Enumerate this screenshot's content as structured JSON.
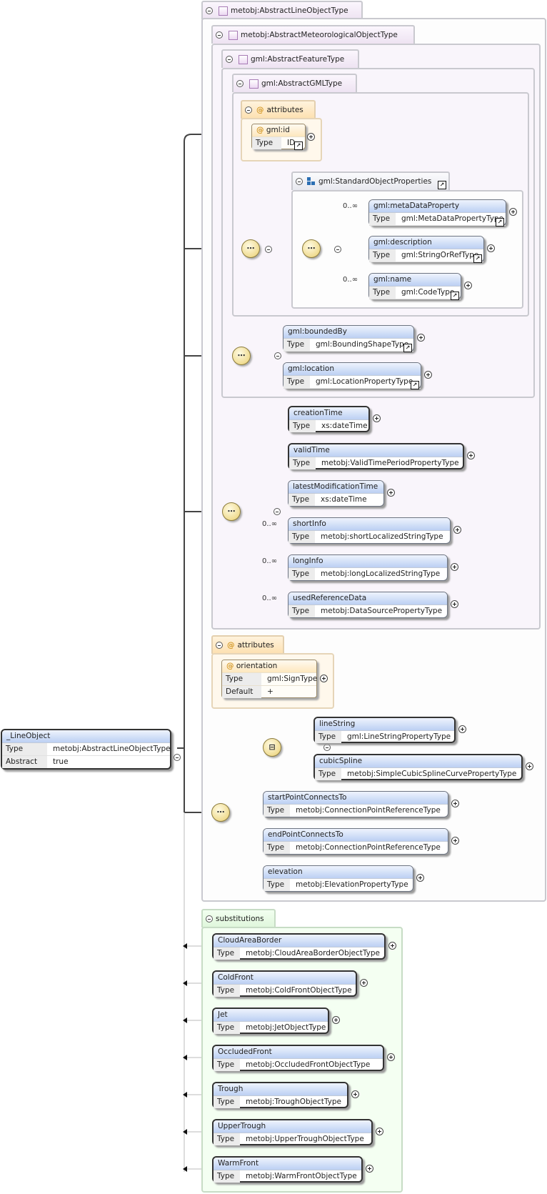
{
  "root": {
    "name": "_LineObject",
    "rows": [
      {
        "k": "Type",
        "v": "metobj:AbstractLineObjectType"
      },
      {
        "k": "Abstract",
        "v": "true"
      }
    ]
  },
  "types": {
    "t1": "metobj:AbstractLineObjectType",
    "t2": "metobj:AbstractMeteorologicalObjectType",
    "t3": "gml:AbstractFeatureType",
    "t4": "gml:AbstractGMLType"
  },
  "attributes_label": "attributes",
  "gml_id": {
    "name": "gml:id",
    "rows": [
      {
        "k": "Type",
        "v": "ID"
      }
    ]
  },
  "group_name": "gml:StandardObjectProperties",
  "std_props": [
    {
      "name": "gml:metaDataProperty",
      "type": "gml:MetaDataPropertyType",
      "card": "0..∞"
    },
    {
      "name": "gml:description",
      "type": "gml:StringOrRefType",
      "card": ""
    },
    {
      "name": "gml:name",
      "type": "gml:CodeType",
      "card": "0..∞"
    }
  ],
  "feature_props": [
    {
      "name": "gml:boundedBy",
      "type": "gml:BoundingShapeType"
    },
    {
      "name": "gml:location",
      "type": "gml:LocationPropertyType"
    }
  ],
  "met_props": [
    {
      "name": "creationTime",
      "type": "xs:dateTime",
      "card": ""
    },
    {
      "name": "validTime",
      "type": "metobj:ValidTimePeriodPropertyType",
      "card": ""
    },
    {
      "name": "latestModificationTime",
      "type": "xs:dateTime",
      "card": ""
    },
    {
      "name": "shortInfo",
      "type": "metobj:shortLocalizedStringType",
      "card": "0..∞"
    },
    {
      "name": "longInfo",
      "type": "metobj:longLocalizedStringType",
      "card": "0..∞"
    },
    {
      "name": "usedReferenceData",
      "type": "metobj:DataSourcePropertyType",
      "card": "0..∞"
    }
  ],
  "orientation": {
    "name": "orientation",
    "rows": [
      {
        "k": "Type",
        "v": "gml:SignType"
      },
      {
        "k": "Default",
        "v": "+"
      }
    ]
  },
  "choice_props": [
    {
      "name": "lineString",
      "type": "gml:LineStringPropertyType"
    },
    {
      "name": "cubicSpline",
      "type": "metobj:SimpleCubicSplineCurvePropertyType"
    }
  ],
  "line_props": [
    {
      "name": "startPointConnectsTo",
      "type": "metobj:ConnectionPointReferenceType"
    },
    {
      "name": "endPointConnectsTo",
      "type": "metobj:ConnectionPointReferenceType"
    },
    {
      "name": "elevation",
      "type": "metobj:ElevationPropertyType"
    }
  ],
  "substitutions_label": "substitutions",
  "substitutions": [
    {
      "name": "CloudAreaBorder",
      "type": "metobj:CloudAreaBorderObjectType"
    },
    {
      "name": "ColdFront",
      "type": "metobj:ColdFrontObjectType"
    },
    {
      "name": "Jet",
      "type": "metobj:JetObjectType"
    },
    {
      "name": "OccludedFront",
      "type": "metobj:OccludedFrontObjectType"
    },
    {
      "name": "Trough",
      "type": "metobj:TroughObjectType"
    },
    {
      "name": "UpperTrough",
      "type": "metobj:UpperTroughObjectType"
    },
    {
      "name": "WarmFront",
      "type": "metobj:WarmFrontObjectType"
    }
  ],
  "type_key": "Type"
}
